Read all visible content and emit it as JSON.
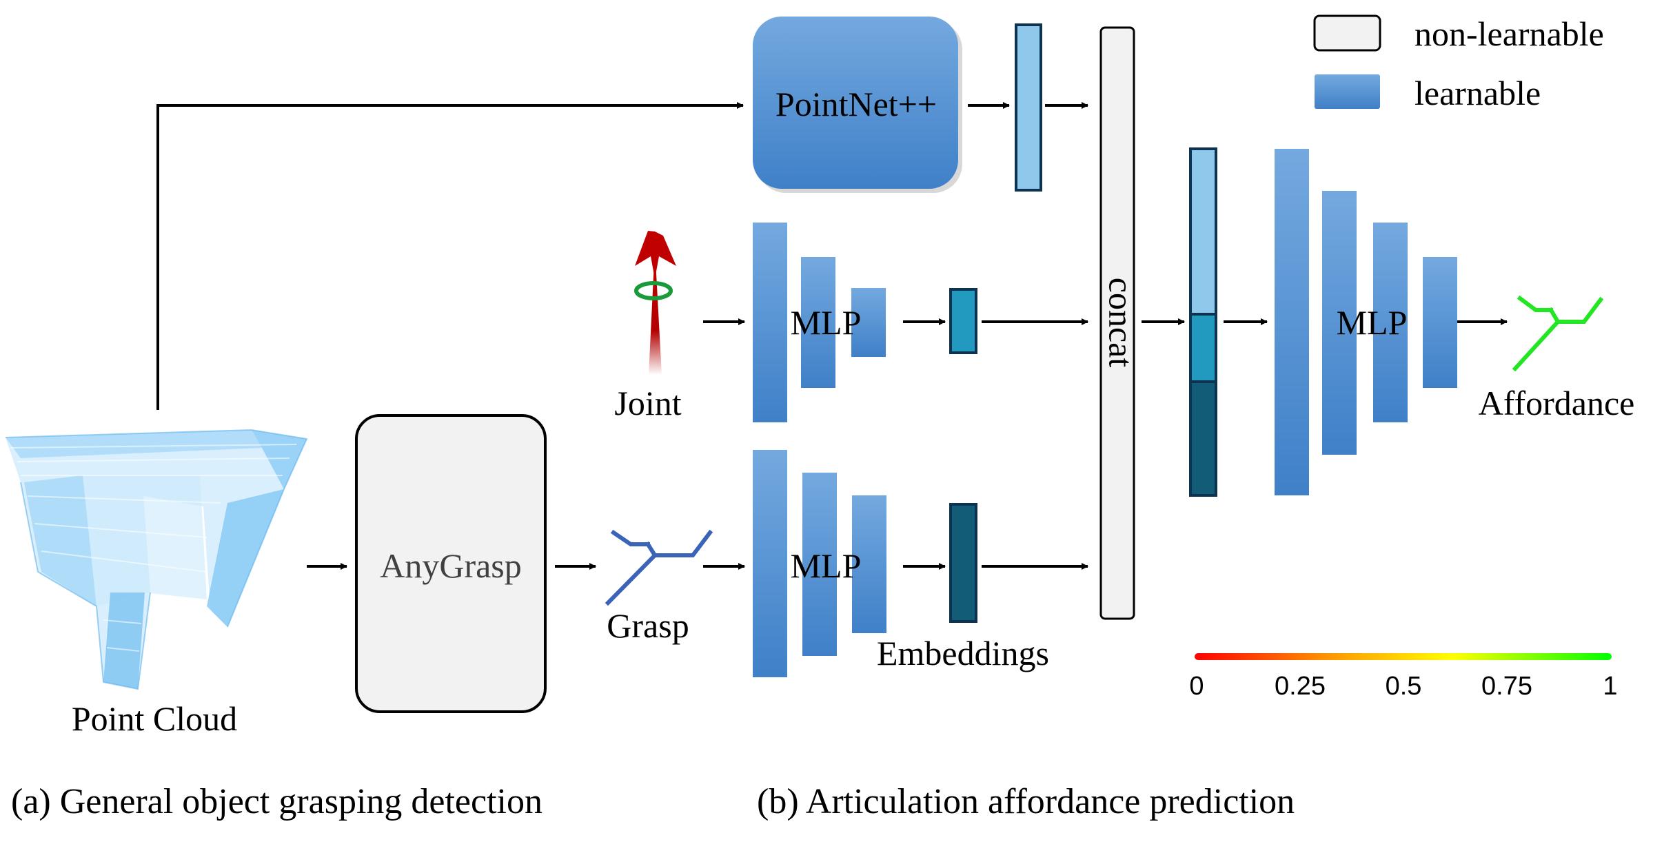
{
  "legend": {
    "non_learnable": "non-learnable",
    "learnable": "learnable"
  },
  "nodes": {
    "pointnet": "PointNet++",
    "concat": "concat",
    "anygrasp": "AnyGrasp",
    "mlp_joint": "MLP",
    "mlp_grasp": "MLP",
    "mlp_out": "MLP"
  },
  "labels": {
    "joint": "Joint",
    "grasp": "Grasp",
    "embeddings": "Embeddings",
    "affordance": "Affordance",
    "point_cloud": "Point Cloud"
  },
  "colorbar": {
    "ticks": [
      "0",
      "0.25",
      "0.5",
      "0.75",
      "1"
    ],
    "colors": [
      "#ff0000",
      "#ff9900",
      "#ffff00",
      "#00ff00"
    ]
  },
  "captions": {
    "a": "(a) General object grasping detection",
    "b": "(b) Articulation affordance prediction"
  },
  "colors": {
    "learnable_top": "#74a9df",
    "learnable_bottom": "#3f80c8",
    "embed_light": "#8ec8ea",
    "embed_mid": "#2299bf",
    "embed_dark": "#135c78",
    "non_learnable_fill": "#f2f2f2",
    "joint_arrow": "#b30000",
    "joint_ring": "#1a9a3a",
    "grasp_icon": "#3a64b8",
    "affordance_icon": "#22e622",
    "point_cloud": "#8fd0f7"
  }
}
